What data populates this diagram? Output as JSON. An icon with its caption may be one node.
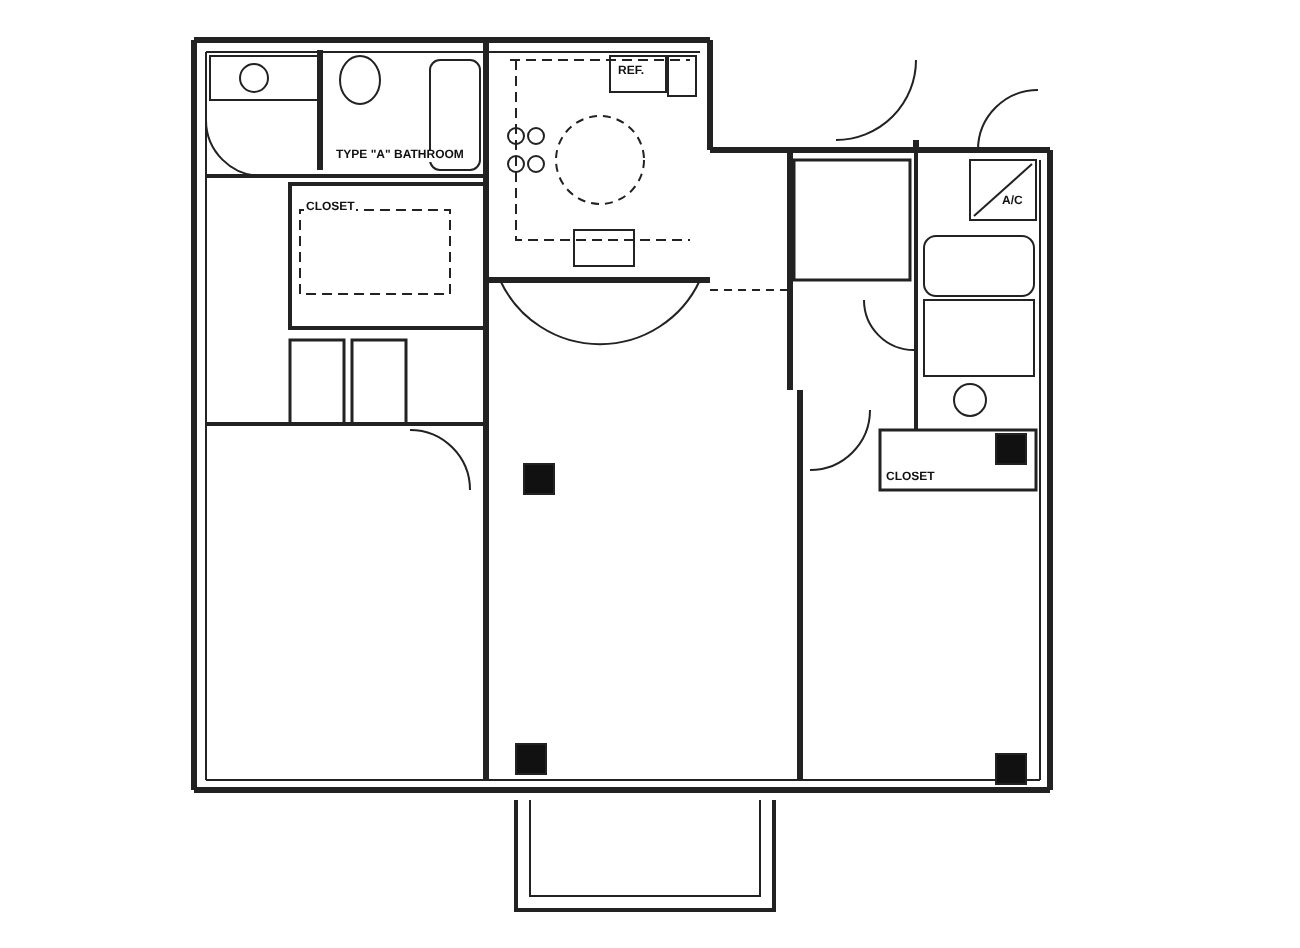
{
  "diagram": {
    "labels": [
      "REF.",
      "TYPE \"A\" BATHROOM",
      "CLOSET",
      "A/C",
      "CLOSET"
    ]
  }
}
